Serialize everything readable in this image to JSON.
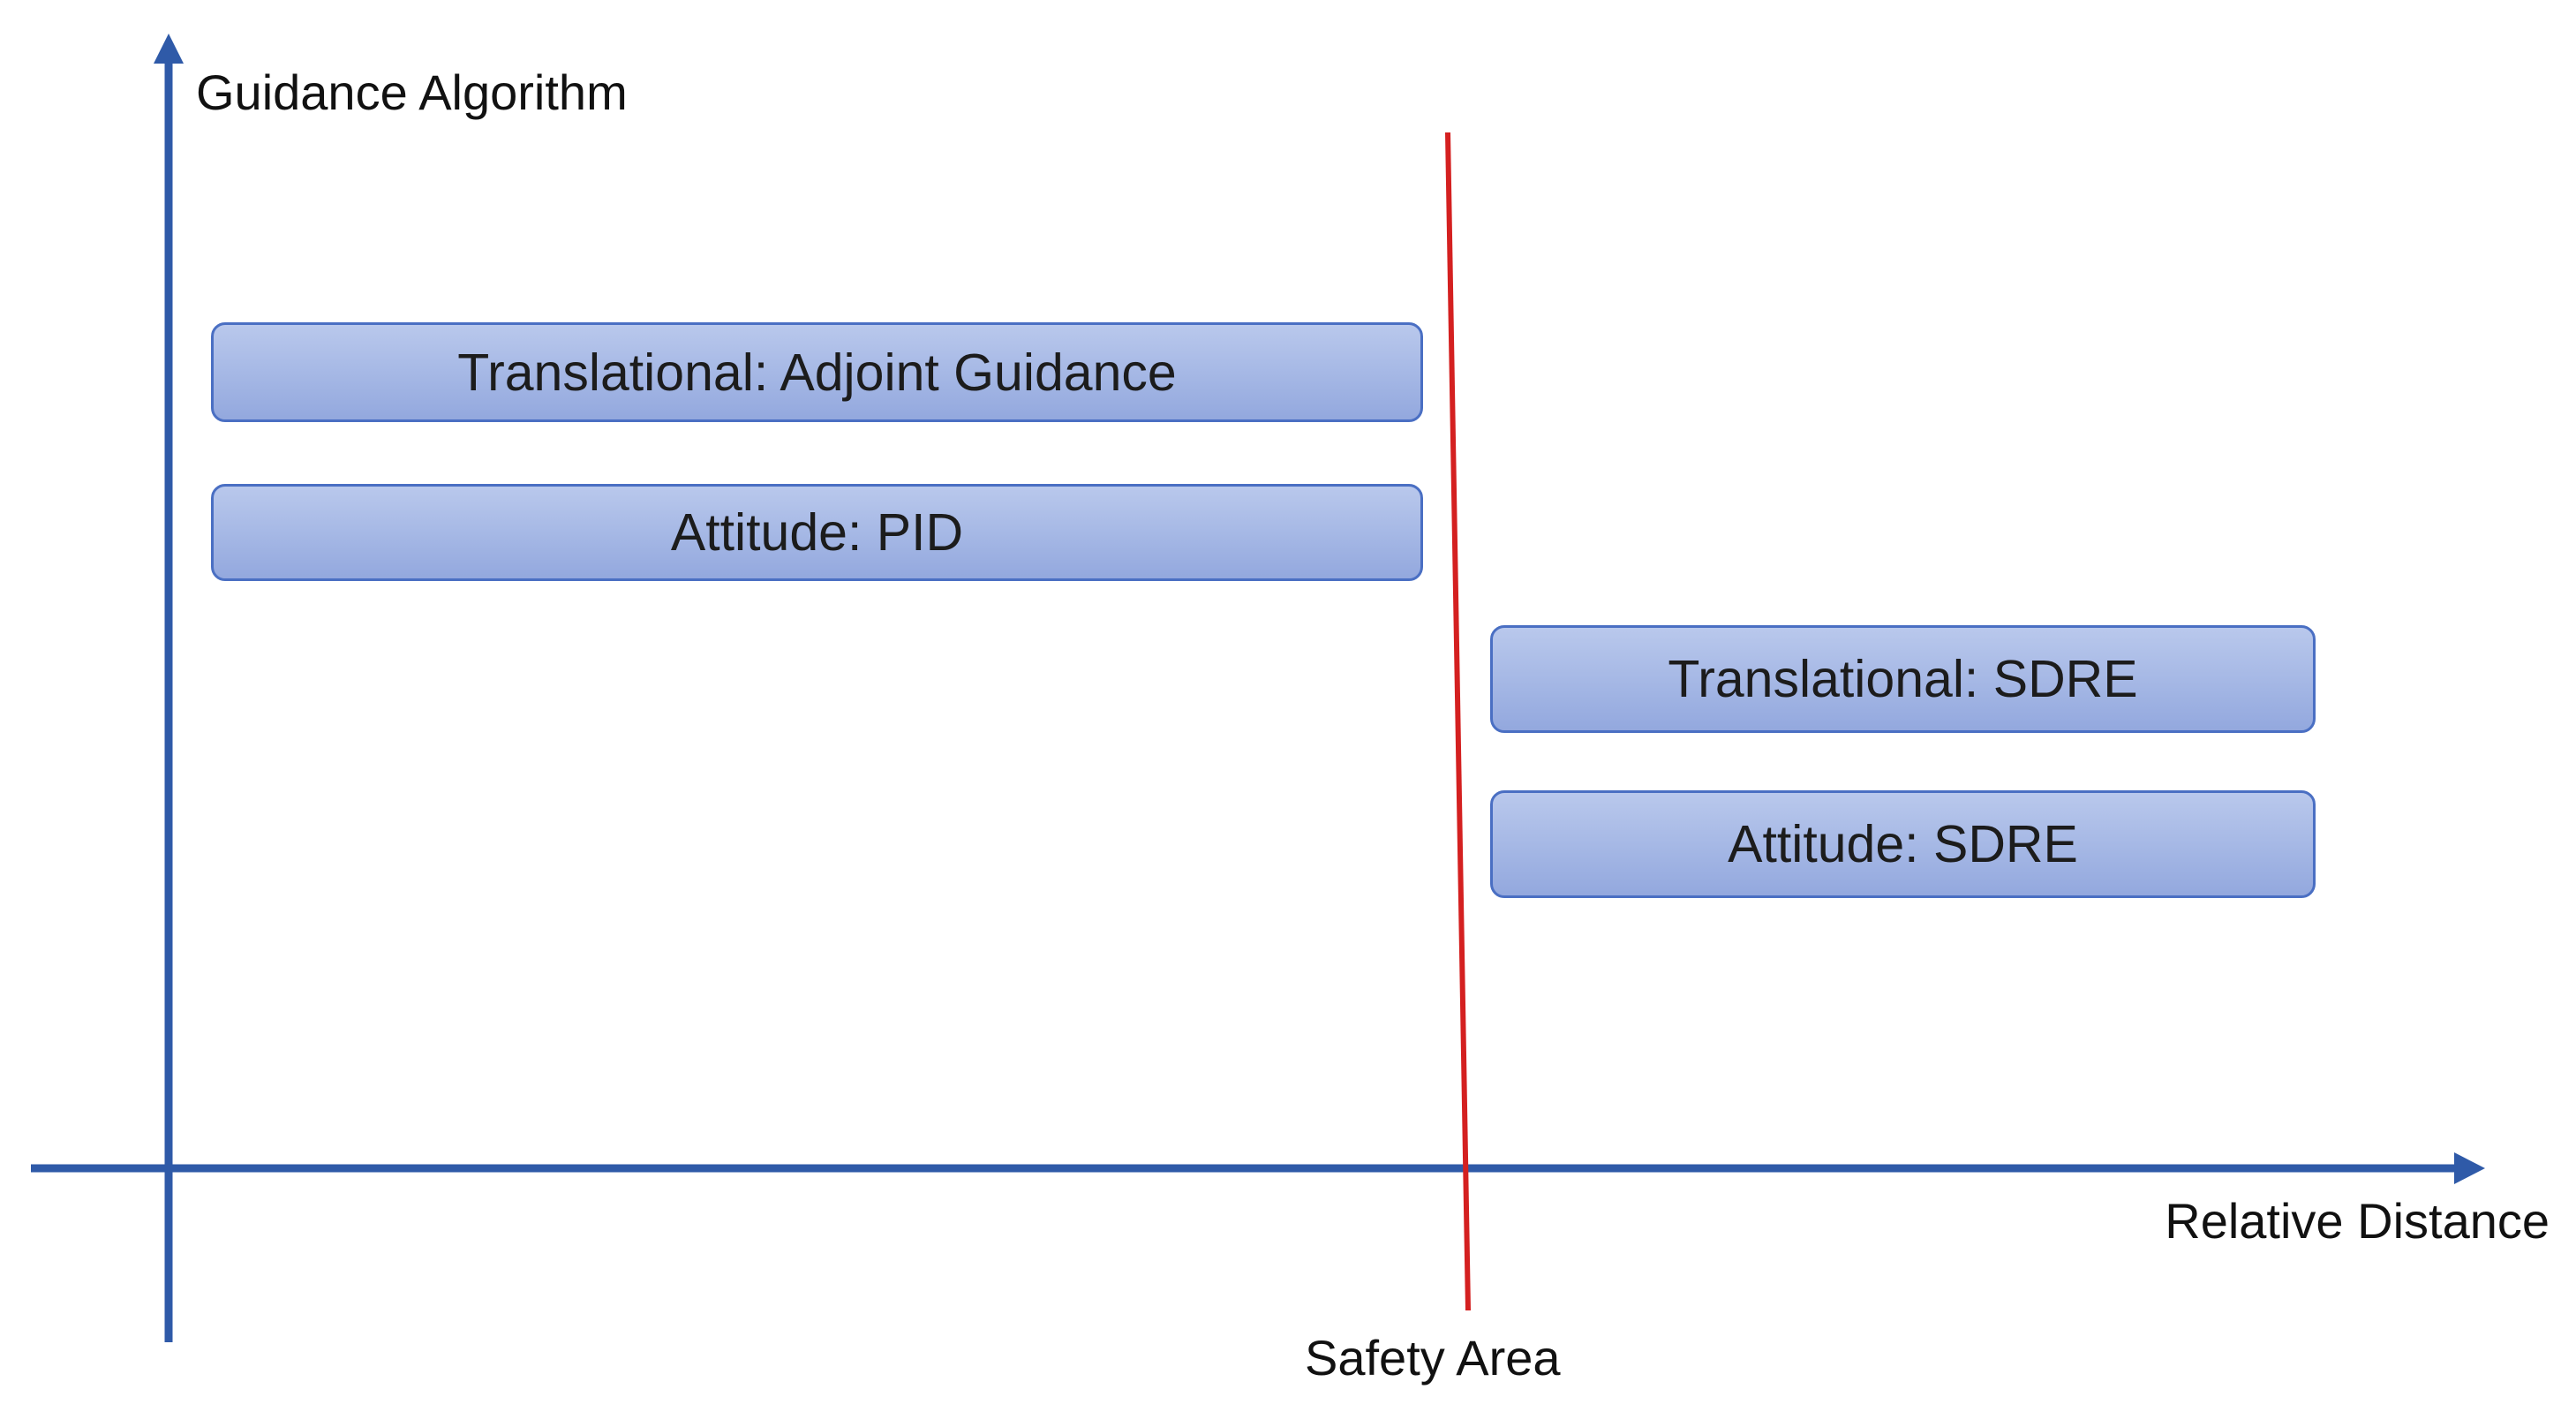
{
  "axes": {
    "y_label": "Guidance Algorithm",
    "x_label": "Relative Distance"
  },
  "boundary": {
    "label": "Safety Area"
  },
  "boxes": {
    "translational_adjoint": "Translational: Adjoint Guidance",
    "attitude_pid": "Attitude: PID",
    "translational_sdre": "Translational: SDRE",
    "attitude_sdre": "Attitude: SDRE"
  },
  "colors": {
    "axis": "#2f5aa8",
    "boundary_line": "#d42020",
    "box_fill": "#a8bae6",
    "box_border": "#4a6fc3"
  }
}
